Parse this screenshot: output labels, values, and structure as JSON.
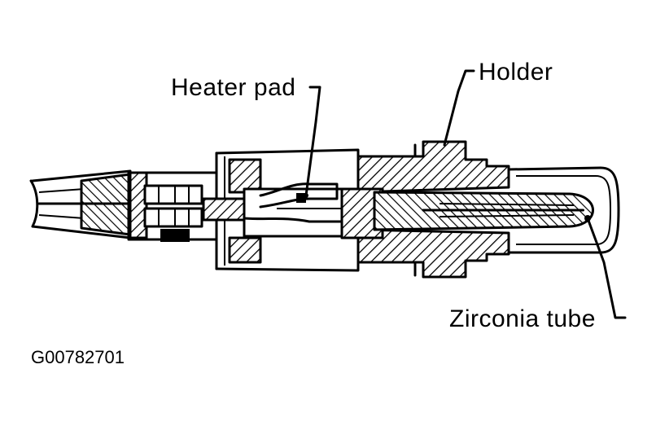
{
  "diagram": {
    "labels": {
      "heater_pad": "Heater pad",
      "holder": "Holder",
      "zirconia_tube": "Zirconia tube"
    },
    "figure_id": "G00782701"
  }
}
